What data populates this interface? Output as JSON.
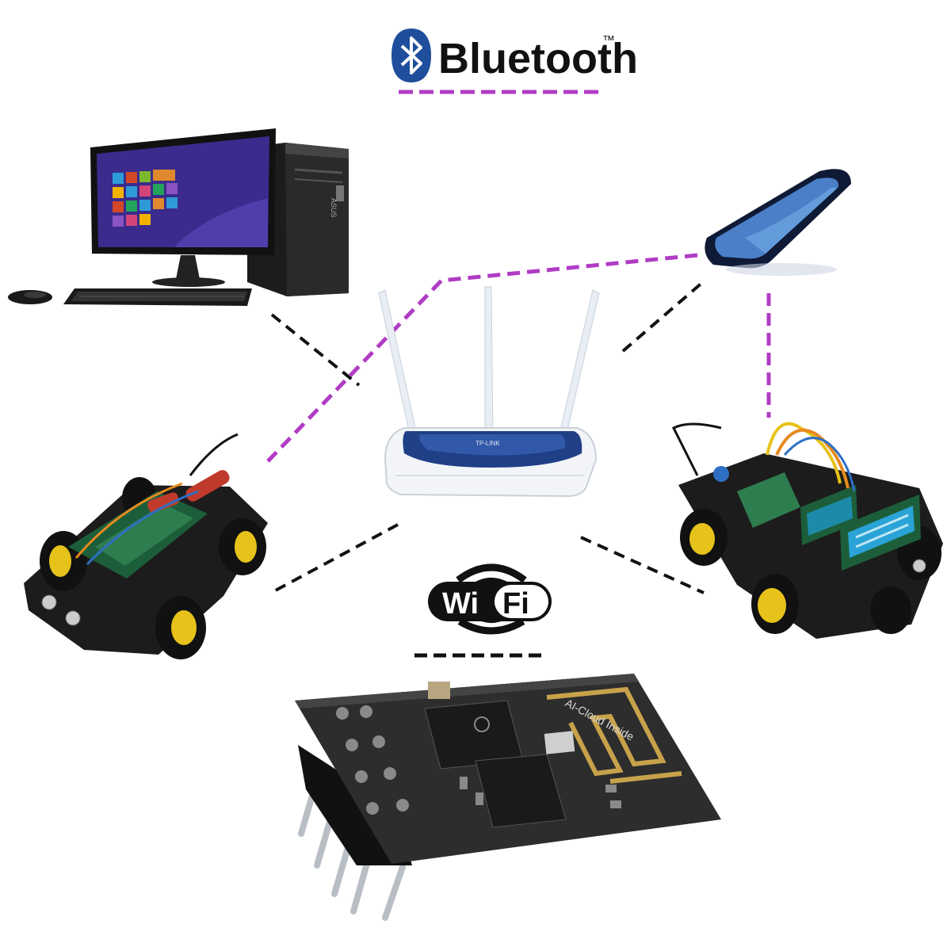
{
  "brand": {
    "bluetooth_label": "Bluetooth",
    "bluetooth_tm": "™",
    "wifi_left": "Wi",
    "wifi_right": "Fi"
  },
  "devices": {
    "router_brand": "TP-LINK",
    "module_antenna_text": "AI-Cloud Inside",
    "pc_brand": "ASUS"
  },
  "colors": {
    "bluetooth_link": "#b03cc4",
    "wifi_link": "#111111",
    "bluetooth_blue": "#1f4e9c",
    "router_blue": "#1f3f86",
    "pcb_dark": "#2d2d2d",
    "antenna_gold": "#c8a24a"
  },
  "icons": [
    "bluetooth-logo-icon",
    "wifi-logo-icon"
  ]
}
